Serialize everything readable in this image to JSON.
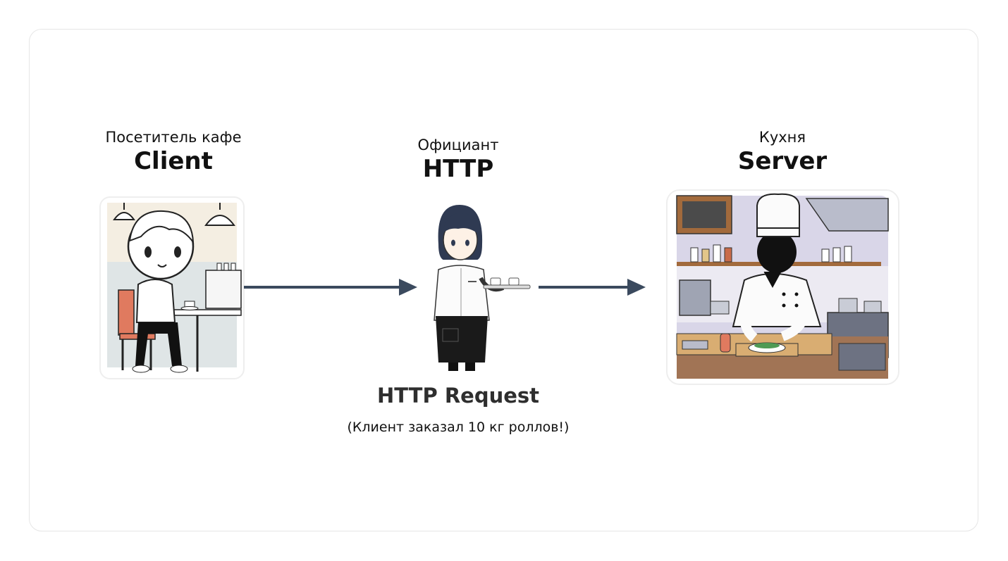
{
  "client": {
    "role_ru": "Посетитель кафе",
    "role_en": "Client"
  },
  "http": {
    "role_ru": "Официант",
    "role_en": "HTTP"
  },
  "server": {
    "role_ru": "Кухня",
    "role_en": "Server"
  },
  "request": {
    "title": "HTTP Request",
    "note": "(Клиент заказал 10 кг роллов!)"
  },
  "colors": {
    "arrow": "#3b4a5e",
    "chair": "#e07a5f",
    "kitchen_wall": "#d9d6e8",
    "counter": "#c89a63"
  }
}
